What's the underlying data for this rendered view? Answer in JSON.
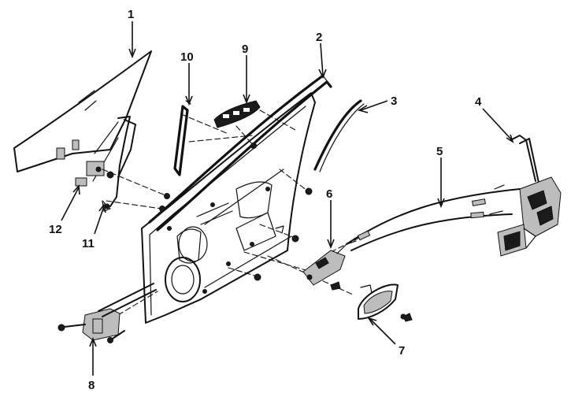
{
  "diagram": {
    "callouts": [
      {
        "id": "callout-1",
        "label": "1"
      },
      {
        "id": "callout-2",
        "label": "2"
      },
      {
        "id": "callout-3",
        "label": "3"
      },
      {
        "id": "callout-4",
        "label": "4"
      },
      {
        "id": "callout-5",
        "label": "5"
      },
      {
        "id": "callout-6",
        "label": "6"
      },
      {
        "id": "callout-7",
        "label": "7"
      },
      {
        "id": "callout-8",
        "label": "8"
      },
      {
        "id": "callout-9",
        "label": "9"
      },
      {
        "id": "callout-10",
        "label": "10"
      },
      {
        "id": "callout-11",
        "label": "11"
      },
      {
        "id": "callout-12",
        "label": "12"
      }
    ],
    "colors": {
      "ink": "#111111",
      "background": "#ffffff",
      "part_fill": "#bdbdbd"
    }
  }
}
